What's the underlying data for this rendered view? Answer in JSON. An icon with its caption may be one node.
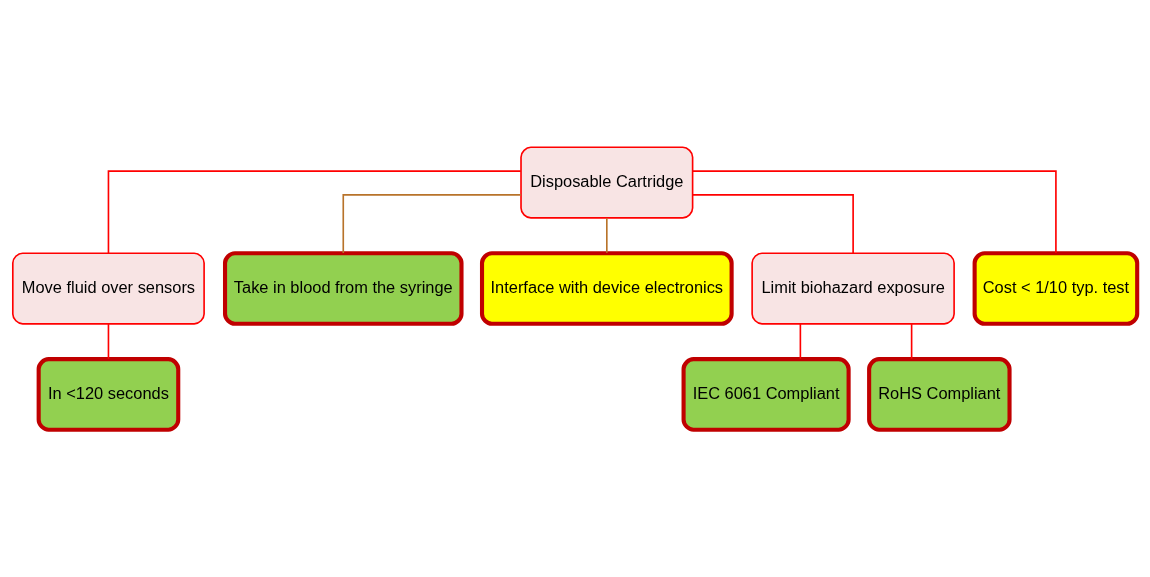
{
  "diagram": {
    "nodes": [
      {
        "text": [
          "Disposable Cartridge"
        ]
      },
      {
        "text": [
          "Move fluid over sensors"
        ]
      },
      {
        "text": [
          "Take in blood from the syringe"
        ]
      },
      {
        "text": [
          "Interface with device electronics"
        ]
      },
      {
        "text": [
          "Limit biohazard exposure"
        ]
      },
      {
        "text": [
          "Cost < 1/10 typ. test"
        ]
      },
      {
        "text": [
          "In <120 seconds"
        ]
      },
      {
        "text": [
          "IEC 6061 Compliant"
        ]
      },
      {
        "text": [
          "RoHS Compliant"
        ]
      }
    ],
    "edges": [
      {
        "from": 0,
        "to": 1,
        "arrow": "none"
      },
      {
        "from": 0,
        "to": 2,
        "arrow": "none",
        "color": "#b8732a"
      },
      {
        "from": 0,
        "to": 3,
        "arrow": "none",
        "color": "#b8732a"
      },
      {
        "from": 0,
        "to": 4,
        "arrow": "none"
      },
      {
        "from": 0,
        "to": 5,
        "arrow": "none"
      },
      {
        "from": 1,
        "to": 6,
        "arrow": "none"
      },
      {
        "from": 4,
        "to": 7,
        "arrow": "none"
      },
      {
        "from": 4,
        "to": 8,
        "arrow": "none"
      }
    ]
  }
}
